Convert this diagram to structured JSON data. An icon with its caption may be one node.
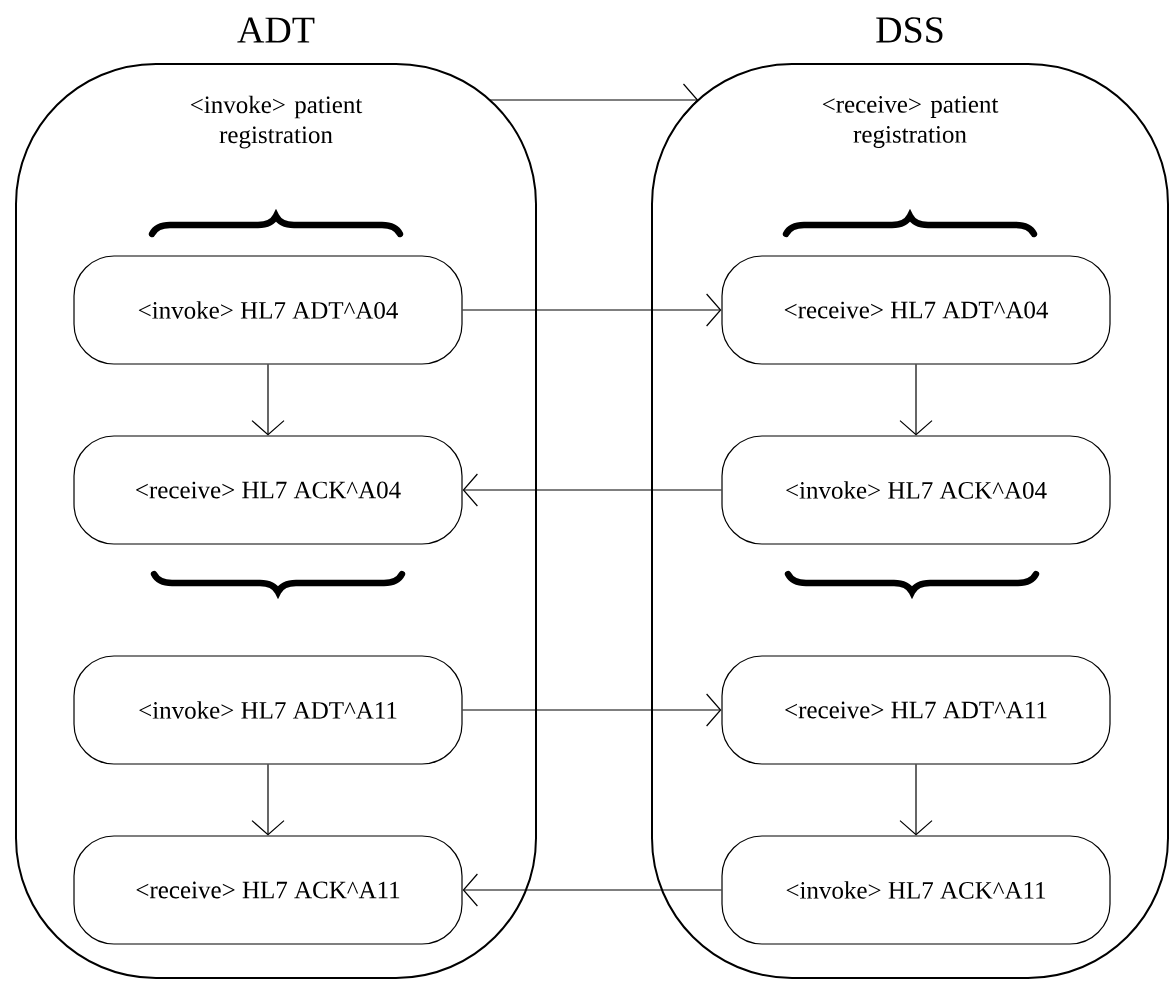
{
  "diagram": {
    "nodes": [
      {
        "text": [
          "ADT",
          "<invoke> patient registration"
        ]
      },
      {
        "text": [
          "<invoke> HL7 ADT^A04"
        ],
        "in": 0
      },
      {
        "text": [
          "<receive> HL7 ACK^A04"
        ],
        "in": 0
      },
      {
        "text": [
          "<invoke> HL7 ADT^A11"
        ],
        "in": 0
      },
      {
        "text": [
          "<receive> HL7 ACK^A11"
        ],
        "in": 0
      },
      {
        "text": [
          "DSS",
          "<receive> patient registration"
        ]
      },
      {
        "text": [
          "<receive> HL7 ADT^A04"
        ],
        "in": 5
      },
      {
        "text": [
          "<invoke> HL7 ACK^A04"
        ],
        "in": 5
      },
      {
        "text": [
          "<receive> HL7 ADT^A11"
        ],
        "in": 5
      },
      {
        "text": [
          "<invoke> HL7 ACK^A11"
        ],
        "in": 5
      }
    ],
    "edges": [
      {
        "from": 0,
        "to": 5,
        "arrow": "to"
      },
      {
        "from": 1,
        "to": 6,
        "arrow": "to"
      },
      {
        "from": 1,
        "to": 2,
        "arrow": "to"
      },
      {
        "from": 6,
        "to": 7,
        "arrow": "to"
      },
      {
        "from": 7,
        "to": 2,
        "arrow": "to"
      },
      {
        "from": 3,
        "to": 8,
        "arrow": "to"
      },
      {
        "from": 3,
        "to": 4,
        "arrow": "to"
      },
      {
        "from": 8,
        "to": 9,
        "arrow": "to"
      },
      {
        "from": 9,
        "to": 4,
        "arrow": "to"
      }
    ]
  }
}
